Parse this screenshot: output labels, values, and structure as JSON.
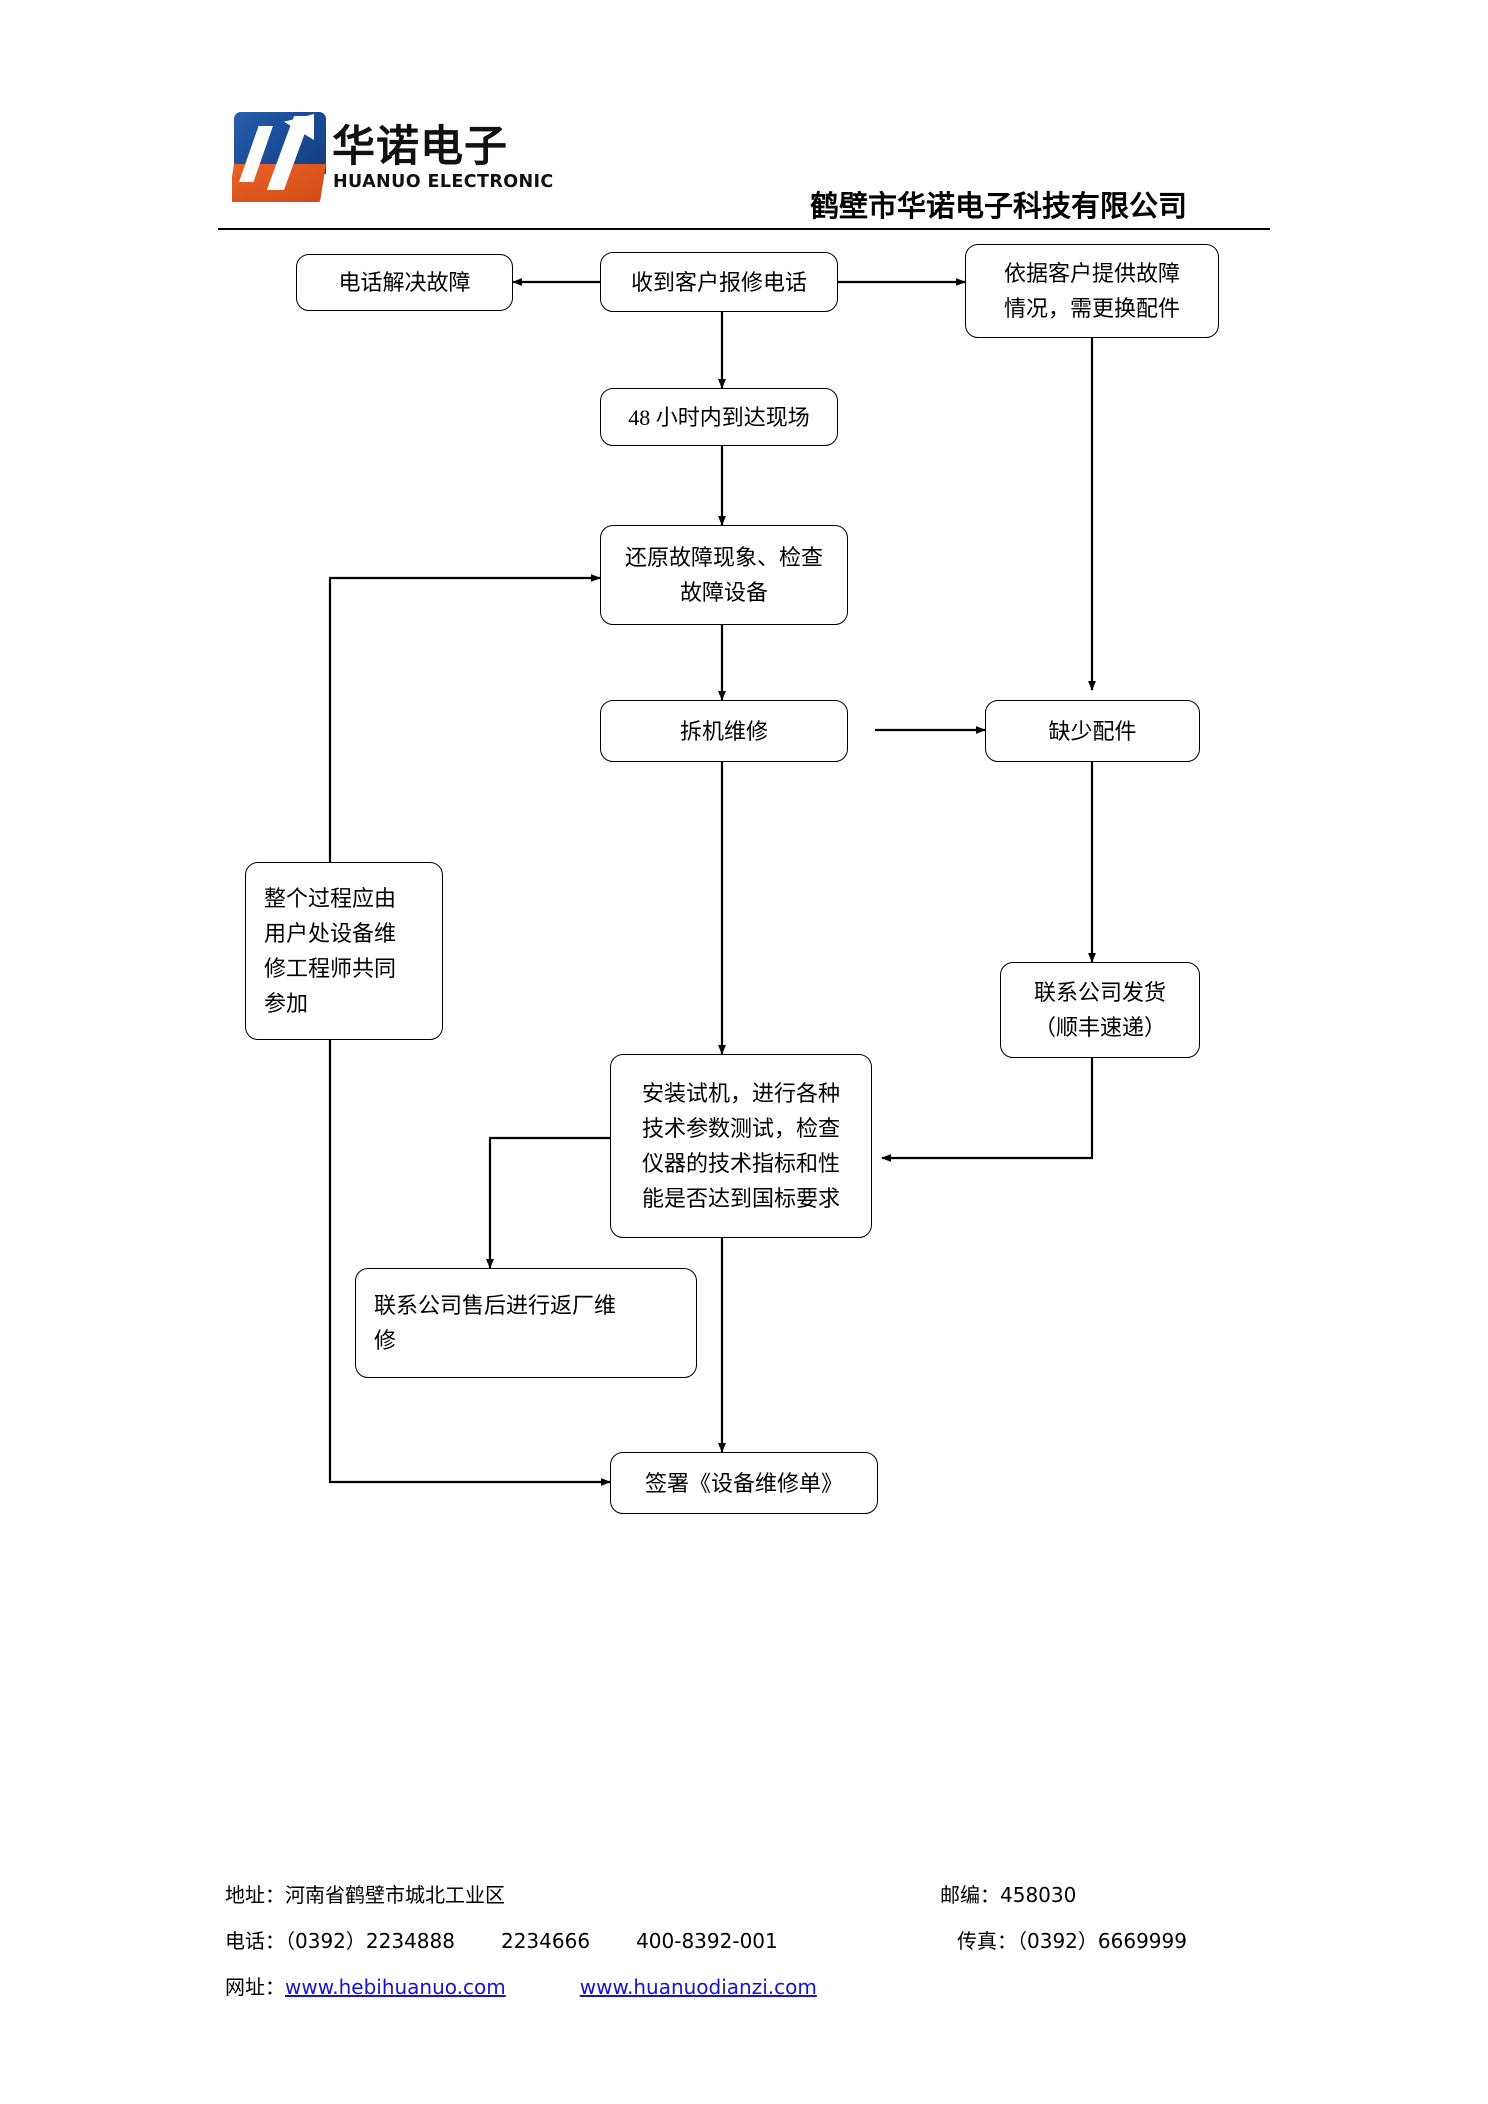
{
  "header": {
    "logo_cn": "华诺电子",
    "logo_en": "HUANUO ELECTRONIC",
    "company_title": "鹤壁市华诺电子科技有限公司"
  },
  "flowchart": {
    "nodes": [
      {
        "id": "phone-fix",
        "label": "电话解决故障"
      },
      {
        "id": "receive-call",
        "label": "收到客户报修电话"
      },
      {
        "id": "need-parts",
        "label": "依据客户提供故障\n情况，需更换配件"
      },
      {
        "id": "arrive-48h",
        "label": "48 小时内到达现场"
      },
      {
        "id": "restore-check",
        "label": "还原故障现象、检查\n故障设备"
      },
      {
        "id": "disassemble",
        "label": "拆机维修"
      },
      {
        "id": "missing-parts",
        "label": "缺少配件"
      },
      {
        "id": "engineer-note",
        "label": "整个过程应由\n用户处设备维\n修工程师共同\n参加"
      },
      {
        "id": "company-ship",
        "label": "联系公司发货\n（顺丰速递）"
      },
      {
        "id": "install-test",
        "label": "安装试机，进行各种\n技术参数测试，检查\n仪器的技术指标和性\n能是否达到国标要求"
      },
      {
        "id": "return-factory",
        "label": "联系公司售后进行返厂维\n修"
      },
      {
        "id": "sign-order",
        "label": "签署《设备维修单》"
      }
    ]
  },
  "footer": {
    "address_label": "地址：",
    "address_value": "河南省鹤壁市城北工业区",
    "postcode_label": "邮编：",
    "postcode_value": "458030",
    "phone_label": "电话：",
    "phone_1": "（0392）2234888",
    "phone_2": "2234666",
    "phone_3": "400-8392-001",
    "fax_label": "传真：",
    "fax_value": "（0392）6669999",
    "website_label": "网址：",
    "website_1": "www.hebihuanuo.com",
    "website_2": "www.huanuodianzi.com"
  }
}
